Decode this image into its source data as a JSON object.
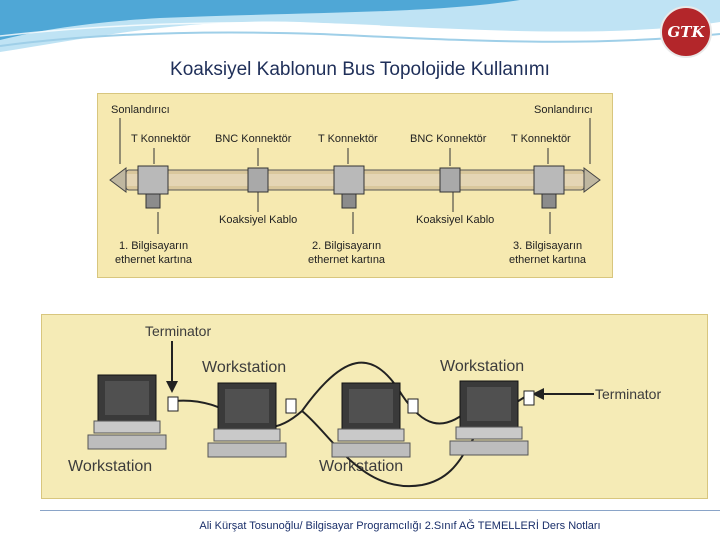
{
  "header": {
    "logo_text": "GTK",
    "title": "Koaksiyel Kablonun Bus Topolojide Kullanımı"
  },
  "top_diagram": {
    "terminator_left": "Sonlandırıcı",
    "terminator_right": "Sonlandırıcı",
    "connectors": [
      "T Konnektör",
      "BNC Konnektör",
      "T Konnektör",
      "BNC Konnektör",
      "T Konnektör"
    ],
    "cables": [
      "Koaksiyel Kablo",
      "Koaksiyel Kablo"
    ],
    "computers": [
      {
        "line1": "1. Bilgisayarın",
        "line2": "ethernet kartına"
      },
      {
        "line1": "2. Bilgisayarın",
        "line2": "ethernet kartına"
      },
      {
        "line1": "3. Bilgisayarın",
        "line2": "ethernet kartına"
      }
    ]
  },
  "bottom_diagram": {
    "terminator_left": "Terminator",
    "terminator_right": "Terminator",
    "workstation_labels": [
      "Workstation",
      "Workstation",
      "Workstation",
      "Workstation"
    ]
  },
  "footer": {
    "text": "Ali Kürşat Tosunoğlu/ Bilgisayar Programcılığı 2.Sınıf AĞ TEMELLERİ Ders Notları"
  },
  "colors": {
    "title": "#1f2f59",
    "logo": "#b3262a",
    "panel": "#f6e9b0",
    "header_wave": "#4fa7d6"
  }
}
